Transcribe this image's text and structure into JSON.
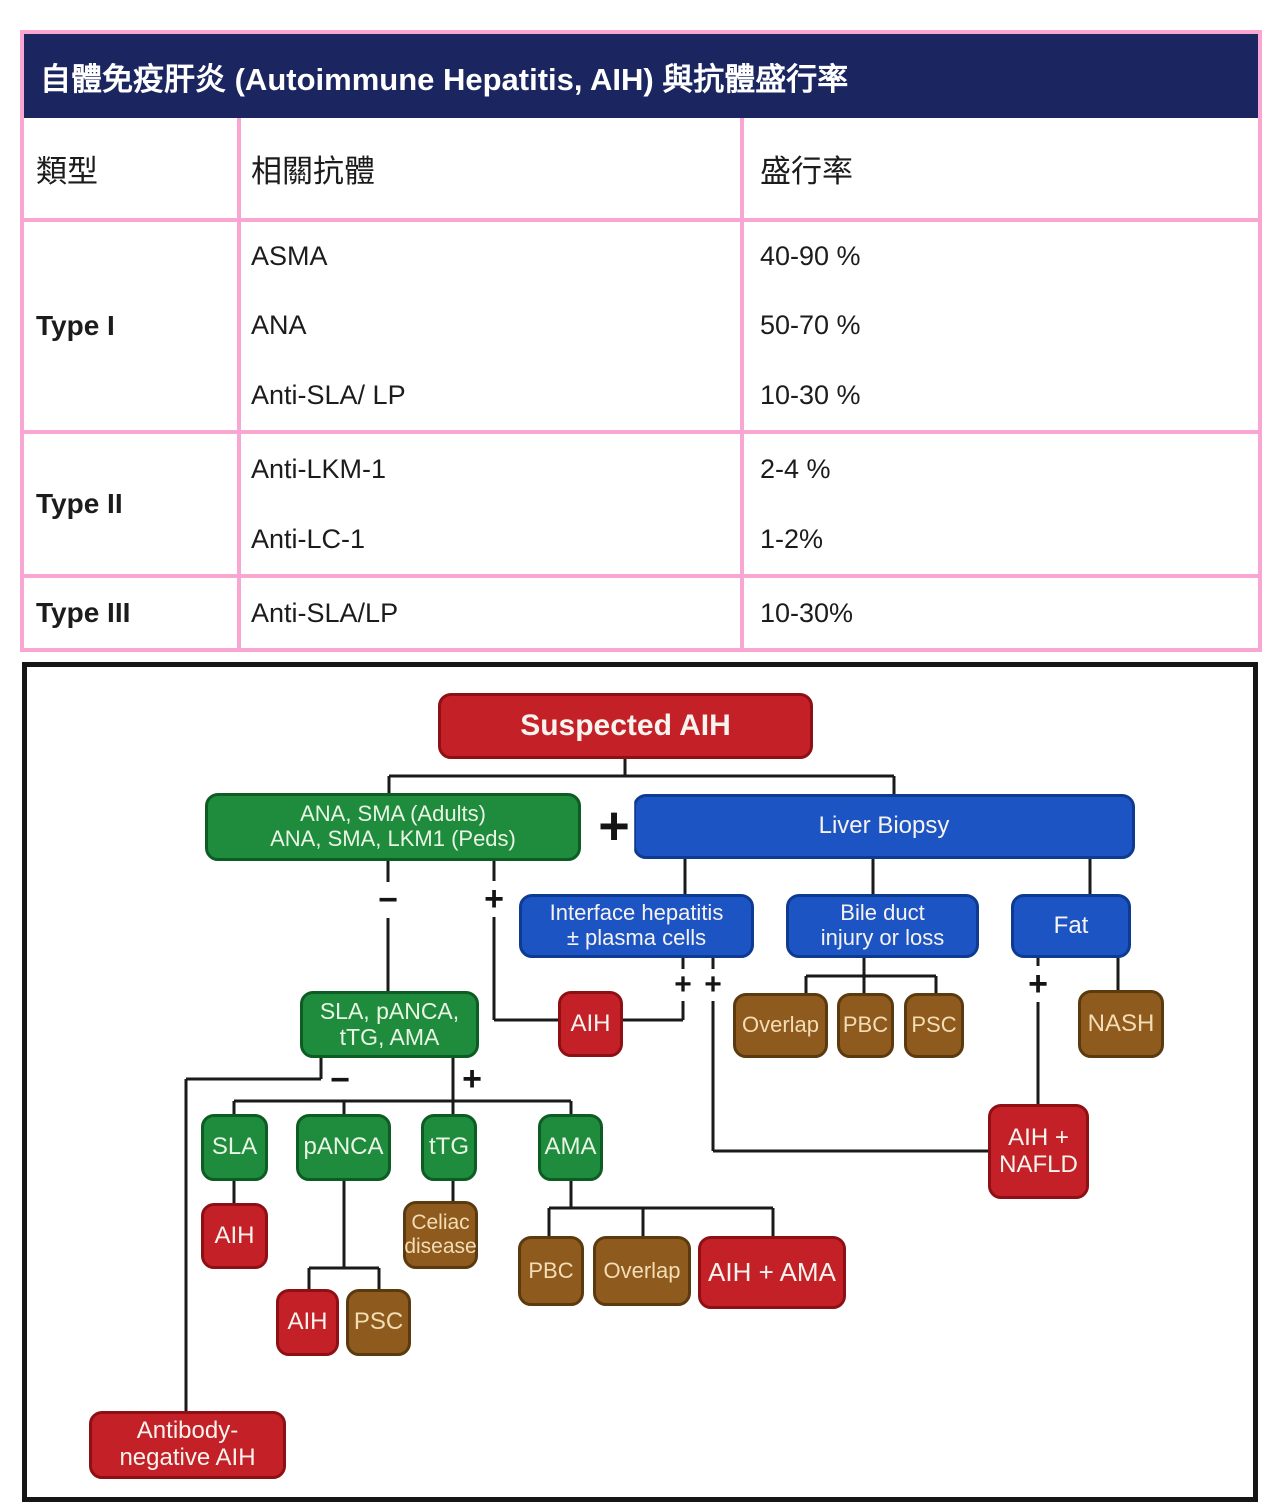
{
  "table": {
    "title": "自體免疫肝炎  (Autoimmune Hepatitis, AIH)  與抗體盛行率",
    "columns": {
      "type": "類型",
      "antibody": "相關抗體",
      "prevalence": "盛行率"
    },
    "rows": [
      {
        "type": "Type I",
        "entries": [
          {
            "antibody": "ASMA",
            "prevalence": "40-90 %"
          },
          {
            "antibody": "ANA",
            "prevalence": "50-70 %"
          },
          {
            "antibody": "Anti-SLA/ LP",
            "prevalence": "10-30 %"
          }
        ]
      },
      {
        "type": "Type II",
        "entries": [
          {
            "antibody": "Anti-LKM-1",
            "prevalence": "2-4 %"
          },
          {
            "antibody": "Anti-LC-1",
            "prevalence": "1-2%"
          }
        ]
      },
      {
        "type": "Type III",
        "entries": [
          {
            "antibody": "Anti-SLA/LP",
            "prevalence": "10-30%"
          }
        ]
      }
    ]
  },
  "flowchart": {
    "nodes": {
      "suspected_aih": "Suspected AIH",
      "serology_panel": "ANA, SMA (Adults)\nANA, SMA, LKM1 (Peds)",
      "liver_biopsy": "Liver Biopsy",
      "interface_hepatitis": "Interface hepatitis\n± plasma cells",
      "bile_duct": "Bile duct\ninjury or loss",
      "fat": "Fat",
      "aih_serology": "AIH",
      "antibody_panel": "SLA, pANCA,\ntTG, AMA",
      "overlap_bile": "Overlap",
      "pbc_bile": "PBC",
      "psc_bile": "PSC",
      "nash": "NASH",
      "aih_nafld": "AIH +\nNAFLD",
      "sla": "SLA",
      "panca": "pANCA",
      "ttg": "tTG",
      "ama": "AMA",
      "aih_sla": "AIH",
      "celiac": "Celiac\ndisease",
      "aih_panca": "AIH",
      "psc_panca": "PSC",
      "pbc_ama": "PBC",
      "overlap_ama": "Overlap",
      "aih_ama": "AIH + AMA",
      "antibody_negative": "Antibody-\nnegative AIH"
    },
    "signs": {
      "plus_main": "+",
      "minus_serology": "−",
      "plus_serology": "+",
      "plus_interface_left": "+",
      "plus_interface_right": "+",
      "plus_fat": "+",
      "minus_panel": "−",
      "plus_panel": "+"
    },
    "colors": {
      "red": "#c32127",
      "green": "#1f8b3d",
      "blue": "#1c54c4",
      "brown": "#8e5a1e",
      "header_navy": "#1b2661",
      "table_border_pink": "#f9a6d2",
      "line_black": "#1a1a1a"
    }
  }
}
